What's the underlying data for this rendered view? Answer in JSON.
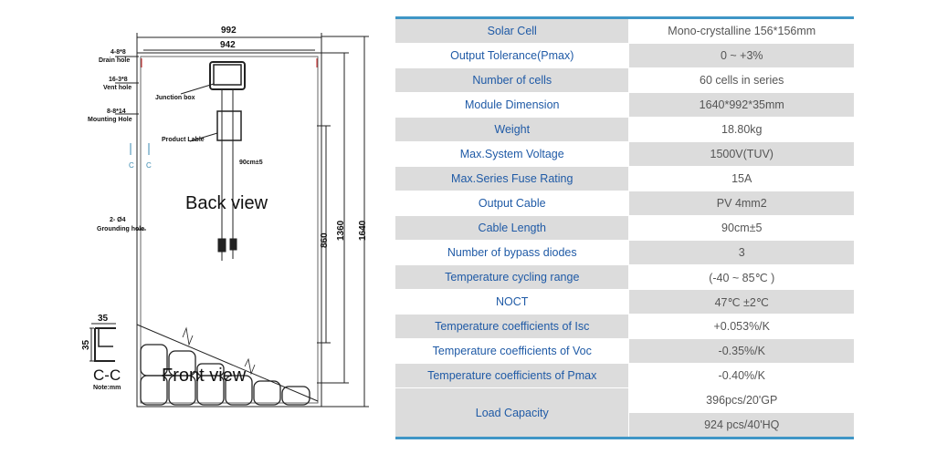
{
  "drawing": {
    "dim_outer_width": "992",
    "dim_inner_width": "942",
    "drain_hole": "4-8*8",
    "drain_hole_label": "Drain hole",
    "vent_hole": "16-3*8",
    "vent_hole_label": "Vent hole",
    "mounting_hole": "8-8*14",
    "mounting_hole_label": "Mounting Hole",
    "junction_box": "Junction box",
    "product_label": "Product Lable",
    "cable_length": "90cm±5",
    "back_view": "Back view",
    "front_view": "Front view",
    "grounding_hole": "2- Ø4",
    "grounding_hole_label": "Grounding hole",
    "section_mark": "C",
    "dim_860": "860",
    "dim_1360": "1360",
    "dim_1640": "1640",
    "frame_w": "35",
    "frame_h": "35",
    "section_title": "C-C",
    "note": "Note:mm"
  },
  "spec": {
    "rows": [
      {
        "key": "Solar Cell",
        "value": "Mono-crystalline 156*156mm"
      },
      {
        "key": "Output Tolerance(Pmax)",
        "value": "0 ~ +3%"
      },
      {
        "key": "Number of cells",
        "value": "60 cells in series"
      },
      {
        "key": "Module Dimension",
        "value": "1640*992*35mm"
      },
      {
        "key": "Weight",
        "value": "18.80kg"
      },
      {
        "key": "Max.System Voltage",
        "value": "1500V(TUV)"
      },
      {
        "key": "Max.Series Fuse Rating",
        "value": "15A"
      },
      {
        "key": "Output Cable",
        "value": "PV 4mm2"
      },
      {
        "key": "Cable Length",
        "value": "90cm±5"
      },
      {
        "key": "Number of bypass diodes",
        "value": "3"
      },
      {
        "key": "Temperature cycling range",
        "value": "(-40 ~ 85℃ )"
      },
      {
        "key": "NOCT",
        "value": "47℃ ±2℃"
      },
      {
        "key": "Temperature coefficients of Isc",
        "value": "+0.053%/K"
      },
      {
        "key": "Temperature coefficients of Voc",
        "value": "-0.35%/K"
      },
      {
        "key": "Temperature coefficients of Pmax",
        "value": "-0.40%/K"
      }
    ],
    "load_capacity": {
      "key": "Load Capacity",
      "values": [
        "396pcs/20'GP",
        "924 pcs/40'HQ"
      ]
    },
    "colors": {
      "accent": "#3f96c6",
      "key_text": "#1f5aa6",
      "value_text": "#555555",
      "stripe": "#dcdcdc"
    }
  }
}
